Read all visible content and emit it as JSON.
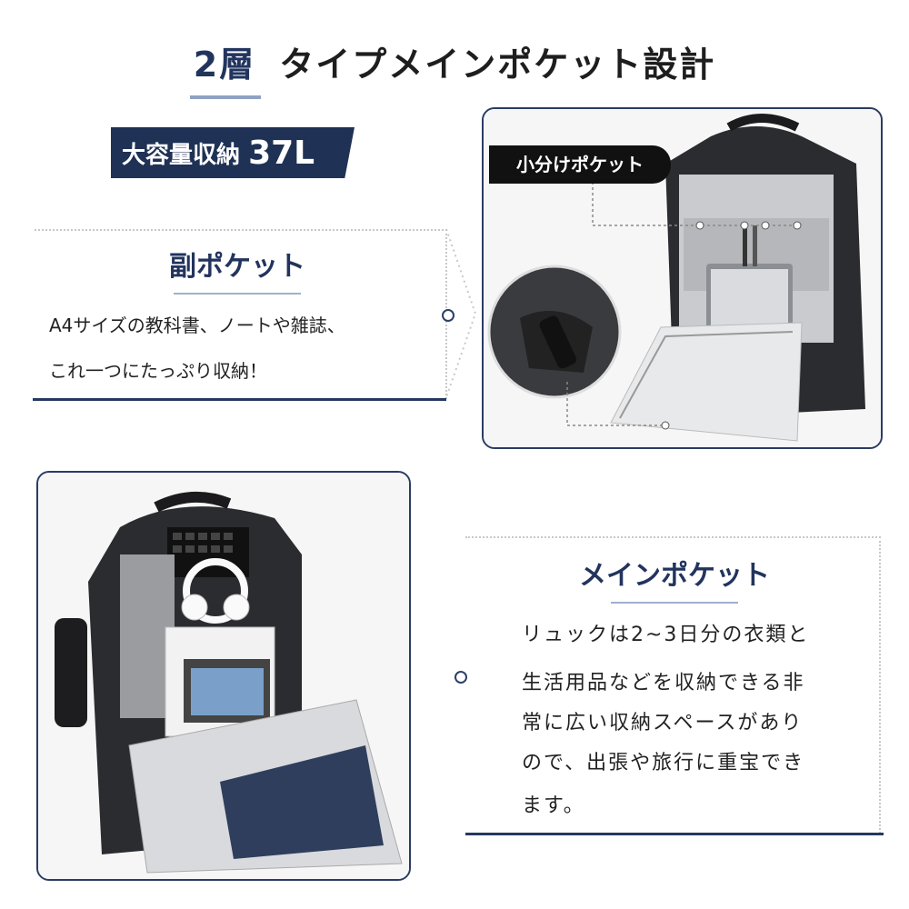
{
  "title": {
    "number": "2層",
    "rest": "タイプメインポケット設計"
  },
  "badge": {
    "label": "大容量収納",
    "capacity": "37L"
  },
  "sub_pocket": {
    "heading": "副ポケット",
    "lines": [
      "A4サイズの教科書、ノートや雑誌、",
      "これ一つにたっぷり収納！"
    ]
  },
  "small_pocket_label": "小分けポケット",
  "main_pocket": {
    "heading": "メインポケット",
    "lines": [
      "リュックは2~3日分の衣類と",
      "生活用品などを収納できる非",
      "常に広い収納スペースがあり",
      "ので、出張や旅行に重宝でき",
      "ます。"
    ]
  },
  "colors": {
    "navy": "#22345e",
    "accent_line": "#8ea2c3",
    "bag": "#2b2c30",
    "lining": "#c9cbcf"
  }
}
